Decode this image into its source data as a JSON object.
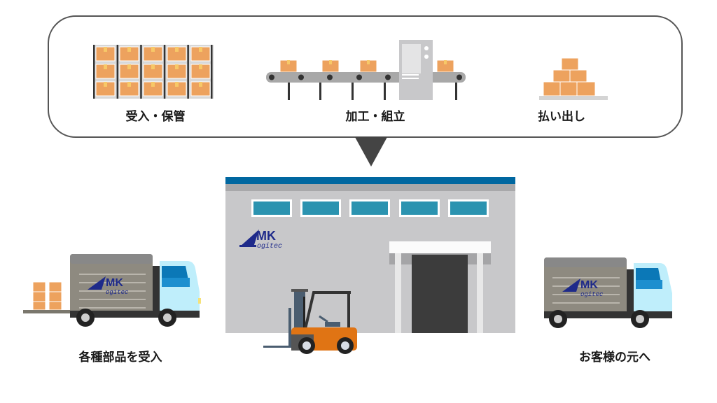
{
  "process": {
    "steps": [
      {
        "label": "受入・保管",
        "icon": "storage-rack-icon"
      },
      {
        "label": "加工・組立",
        "icon": "conveyor-icon"
      },
      {
        "label": "払い出し",
        "icon": "box-pile-icon"
      }
    ]
  },
  "logo": {
    "main": "MK",
    "sub": "ogitec"
  },
  "inbound": {
    "label": "各種部品を受入"
  },
  "outbound": {
    "label": "お客様の元へ"
  },
  "colors": {
    "box": "#eda25e",
    "building_roof": "#0067a0",
    "window": "#2b93b0",
    "logo": "#1e2a8a",
    "forklift": "#e07414",
    "truck_cab": "#bfeefb"
  }
}
